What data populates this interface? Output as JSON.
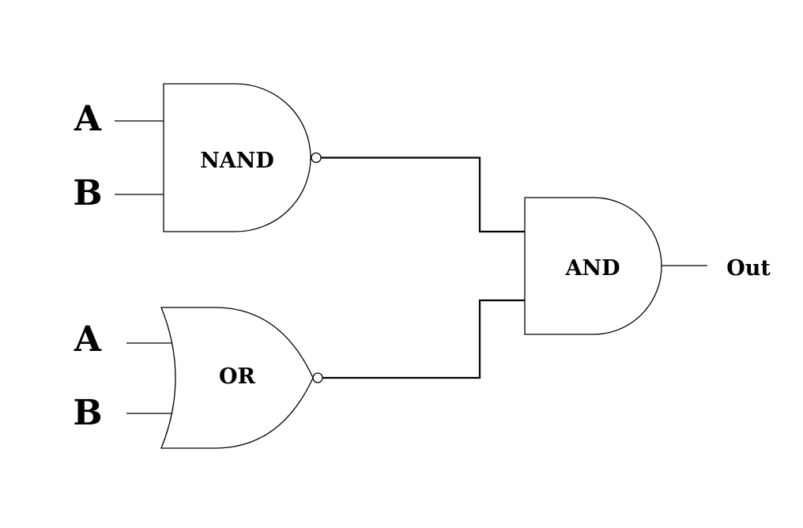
{
  "gates": {
    "nand": {
      "label": "NAND",
      "inputs": [
        "A",
        "B"
      ]
    },
    "or": {
      "label": "OR",
      "inputs": [
        "A",
        "B"
      ]
    },
    "and": {
      "label": "AND"
    }
  },
  "output": {
    "label": "Out"
  },
  "colors": {
    "stroke": "#000000",
    "background": "#ffffff"
  }
}
